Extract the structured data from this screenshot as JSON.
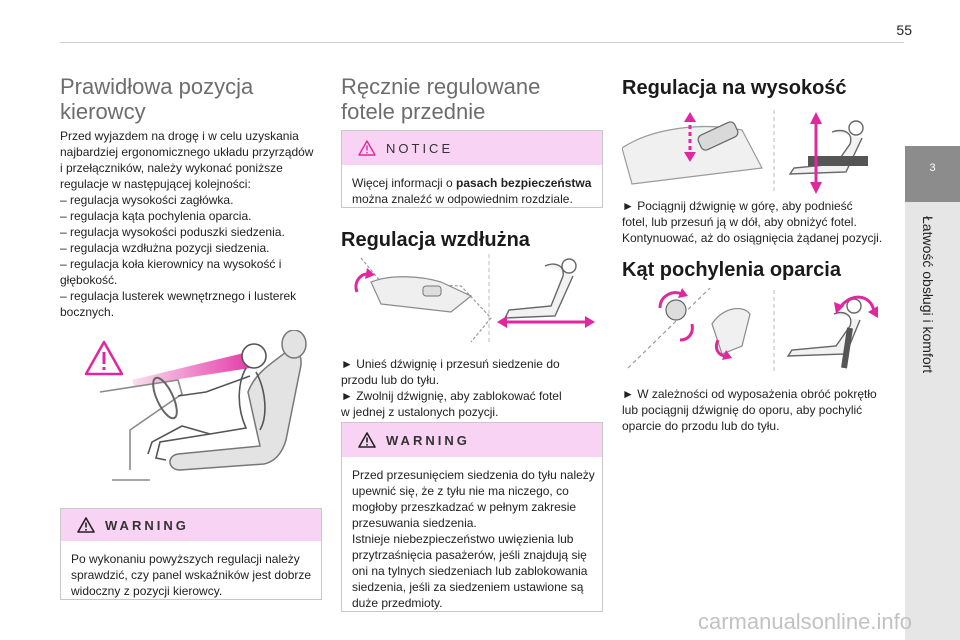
{
  "page_number": "55",
  "side_tab": {
    "number": "3",
    "title": "Łatwość obsługi i komfort"
  },
  "col1": {
    "title_line1": "Prawidłowa pozycja",
    "title_line2": "kierowcy",
    "intro_lines": [
      "Przed wyjazdem na drogę i w celu uzyskania",
      "najbardziej ergonomicznego układu przyrządów",
      "i przełączników, należy wykonać poniższe",
      "regulacje w następującej kolejności:",
      "– regulacja wysokości zagłówka.",
      "– regulacja kąta pochylenia oparcia.",
      "– regulacja wysokości poduszki siedzenia.",
      "– regulacja wzdłużna pozycji siedzenia.",
      "– regulacja koła kierownicy na wysokość i",
      "głębokość.",
      "– regulacja lusterek wewnętrznego i lusterek",
      "bocznych."
    ],
    "warning": {
      "label": "WARNING",
      "lines": [
        "Po wykonaniu powyższych regulacji należy",
        "sprawdzić, czy panel wskaźników jest dobrze",
        "widoczny z pozycji kierowcy."
      ]
    }
  },
  "col2": {
    "title_line1": "Ręcznie regulowane",
    "title_line2": "fotele przednie",
    "notice": {
      "label": "NOTICE",
      "line1_prefix": "Więcej informacji o ",
      "line1_bold": "pasach bezpieczeństwa",
      "line2": "można znaleźć w odpowiednim rozdziale."
    },
    "section_title": "Regulacja wzdłużna",
    "steps": [
      "► Unieś dźwignię i przesuń siedzenie do",
      "przodu lub do tyłu.",
      "► Zwolnij dźwignię, aby zablokować fotel",
      "w jednej z ustalonych pozycji."
    ],
    "warning": {
      "label": "WARNING",
      "lines": [
        "Przed przesunięciem siedzenia do tyłu należy",
        "upewnić się, że z tyłu nie ma niczego, co",
        "mogłoby przeszkadzać w pełnym zakresie",
        "przesuwania siedzenia.",
        "Istnieje niebezpieczeństwo uwięzienia lub",
        "przytrzaśnięcia pasażerów, jeśli znajdują się",
        "oni na tylnych siedzeniach lub zablokowania",
        "siedzenia, jeśli za siedzeniem ustawione są",
        "duże przedmioty."
      ]
    }
  },
  "col3": {
    "section1_title": "Regulacja na wysokość",
    "section1_lines": [
      "► Pociągnij dźwignię w górę, aby podnieść",
      "fotel, lub przesuń ją w dół, aby obniżyć fotel.",
      "Kontynuować, aż do osiągnięcia żądanej pozycji."
    ],
    "section2_title": "Kąt pochylenia oparcia",
    "section2_lines": [
      "► W zależności od wyposażenia obróć pokrętło",
      "lub pociągnij dźwignię do oporu, aby pochylić",
      "oparcie do przodu lub do tyłu."
    ]
  },
  "watermark": "carmanualsonline.info",
  "colors": {
    "accent_pink": "#e0279f",
    "box_header_bg": "#f9d3f3",
    "side_tab": "#8c8c8c",
    "side_strip": "#e6e6e6"
  }
}
